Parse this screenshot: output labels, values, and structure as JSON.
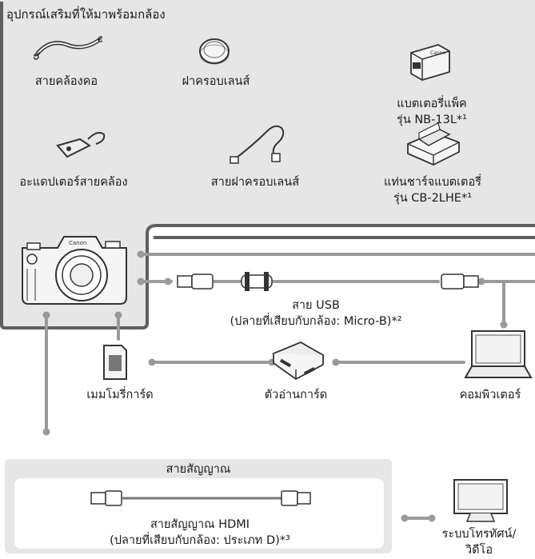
{
  "accessories": {
    "header": "อุปกรณ์เสริมที่ให้มาพร้อมกล้อง",
    "items": [
      {
        "label": "สายคล้องคอ"
      },
      {
        "label": "ฝาครอบเลนส์"
      },
      {
        "label": "แบตเตอรี่แพ็ค\nรุ่น NB-13L*¹"
      },
      {
        "label": "อะแดปเตอร์สายคล้อง"
      },
      {
        "label": "สายฝาครอบเลนส์"
      },
      {
        "label": "แท่นชาร์จแบตเตอรี่\nรุ่น CB-2LHE*¹"
      }
    ]
  },
  "usb_cable": {
    "label": "สาย USB\n(ปลายที่เสียบกับกล้อง: Micro-B)*²"
  },
  "memory_card": {
    "label": "เมมโมรี่การ์ด"
  },
  "card_reader": {
    "label": "ตัวอ่านการ์ด"
  },
  "computer": {
    "label": "คอมพิวเตอร์"
  },
  "signal_cable": {
    "header": "สายสัญญาณ",
    "label": "สายสัญญาณ HDMI\n(ปลายที่เสียบกับกล้อง: ประเภท D)*³"
  },
  "tv": {
    "label": "ระบบโทรทัศน์/\nวิดีโอ"
  },
  "colors": {
    "panel_fill": "#e6e6e6",
    "panel_border": "#666666",
    "connector": "#9a9a9a",
    "text": "#1a1a1a"
  }
}
